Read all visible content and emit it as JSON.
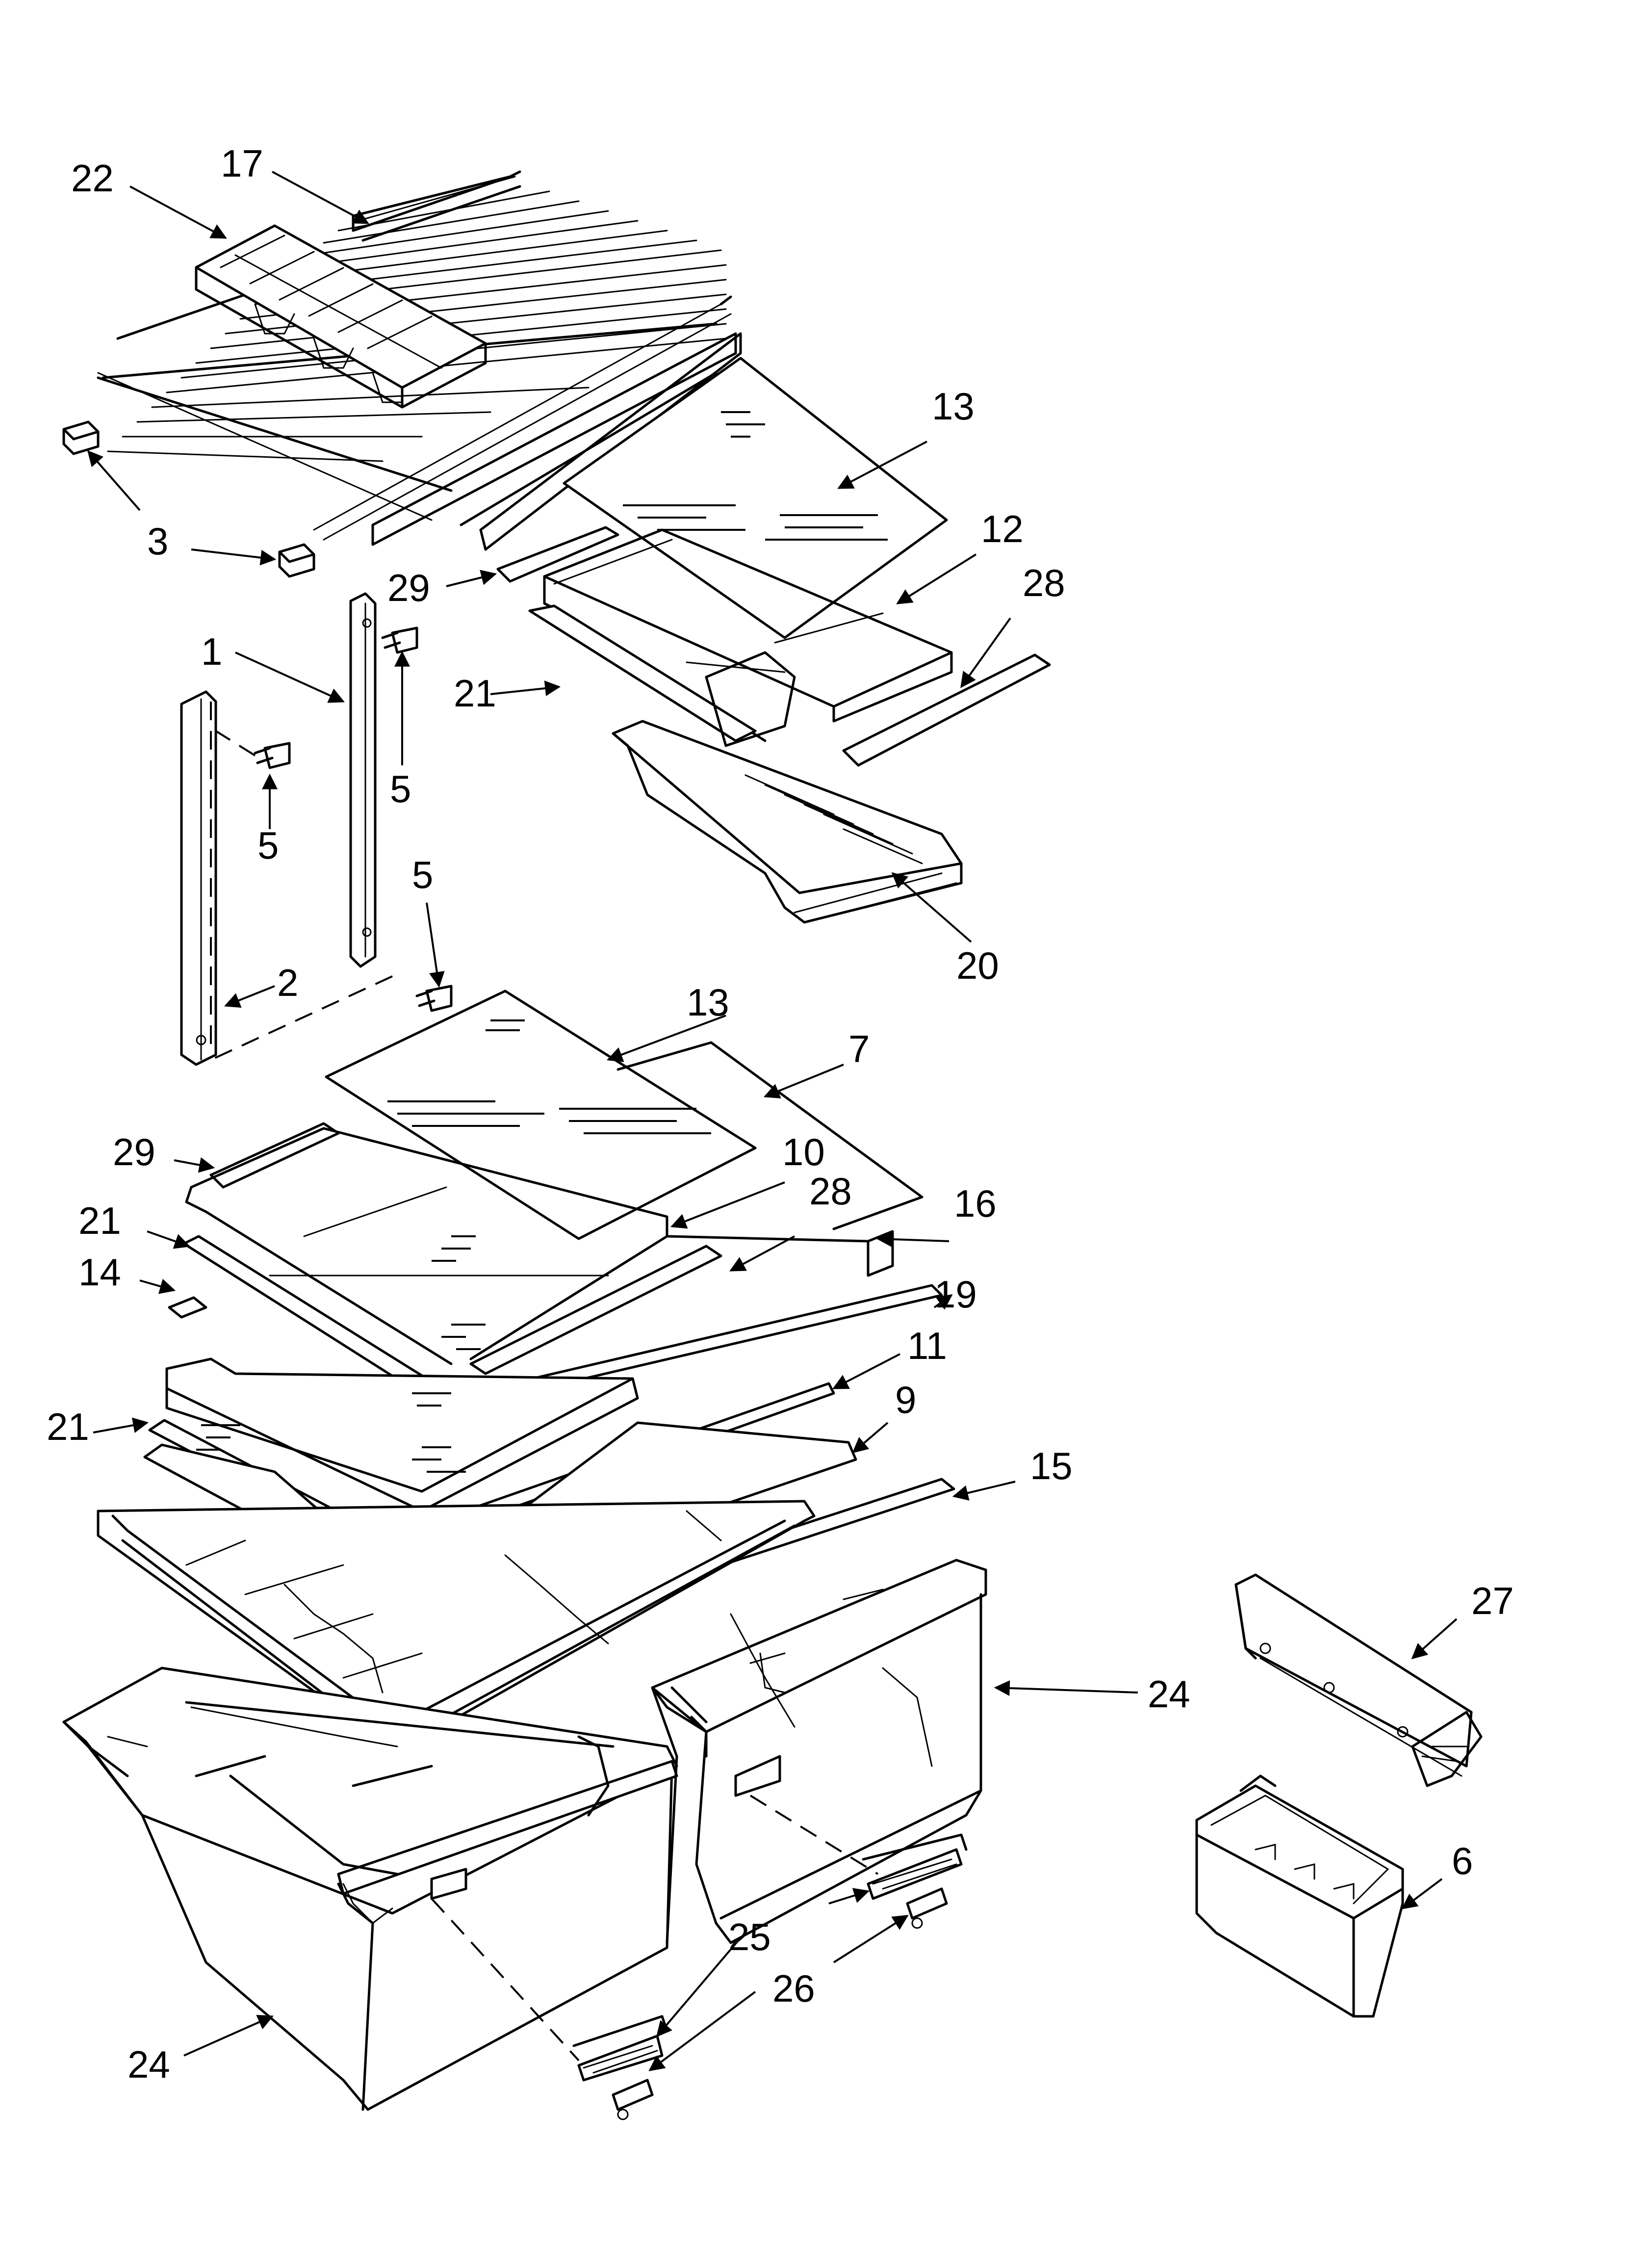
{
  "callouts": {
    "c1": "1",
    "c2": "2",
    "c3": "3",
    "c5a": "5",
    "c5b": "5",
    "c5c": "5",
    "c6": "6",
    "c7": "7",
    "c9": "9",
    "c10": "10",
    "c11": "11",
    "c12": "12",
    "c13a": "13",
    "c13b": "13",
    "c14": "14",
    "c15": "15",
    "c16": "16",
    "c17": "17",
    "c19": "19",
    "c20": "20",
    "c21a": "21",
    "c21b": "21",
    "c21c": "21",
    "c22": "22",
    "c24a": "24",
    "c24b": "24",
    "c25": "25",
    "c26": "26",
    "c27": "27",
    "c28a": "28",
    "c28b": "28",
    "c29a": "29",
    "c29b": "29"
  }
}
